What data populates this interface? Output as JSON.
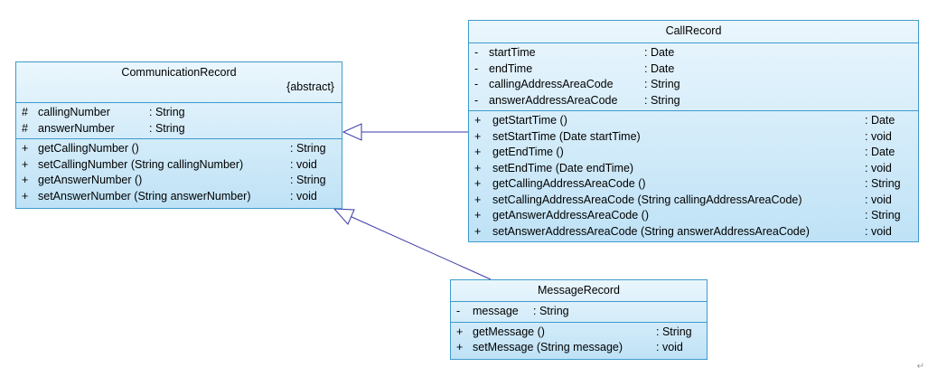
{
  "diagram": {
    "classes": {
      "communication_record": {
        "name": "CommunicationRecord",
        "stereotype": "{abstract}",
        "attributes": [
          {
            "vis": "#",
            "name": "callingNumber",
            "type": ": String"
          },
          {
            "vis": "#",
            "name": "answerNumber",
            "type": ": String"
          }
        ],
        "operations": [
          {
            "vis": "+",
            "name": "getCallingNumber ()",
            "type": ": String"
          },
          {
            "vis": "+",
            "name": "setCallingNumber (String callingNumber)",
            "type": ": void"
          },
          {
            "vis": "+",
            "name": "getAnswerNumber ()",
            "type": ": String"
          },
          {
            "vis": "+",
            "name": "setAnswerNumber (String answerNumber)",
            "type": ": void"
          }
        ]
      },
      "call_record": {
        "name": "CallRecord",
        "attributes": [
          {
            "vis": "-",
            "name": "startTime",
            "type": ": Date"
          },
          {
            "vis": "-",
            "name": "endTime",
            "type": ": Date"
          },
          {
            "vis": "-",
            "name": "callingAddressAreaCode",
            "type": ": String"
          },
          {
            "vis": "-",
            "name": "answerAddressAreaCode",
            "type": ": String"
          }
        ],
        "operations": [
          {
            "vis": "+",
            "name": "getStartTime ()",
            "type": ": Date"
          },
          {
            "vis": "+",
            "name": "setStartTime (Date startTime)",
            "type": ": void"
          },
          {
            "vis": "+",
            "name": "getEndTime ()",
            "type": ": Date"
          },
          {
            "vis": "+",
            "name": "setEndTime (Date endTime)",
            "type": ": void"
          },
          {
            "vis": "+",
            "name": "getCallingAddressAreaCode ()",
            "type": ": String"
          },
          {
            "vis": "+",
            "name": "setCallingAddressAreaCode (String callingAddressAreaCode)",
            "type": ": void"
          },
          {
            "vis": "+",
            "name": "getAnswerAddressAreaCode ()",
            "type": ": String"
          },
          {
            "vis": "+",
            "name": "setAnswerAddressAreaCode (String answerAddressAreaCode)",
            "type": ": void"
          }
        ]
      },
      "message_record": {
        "name": "MessageRecord",
        "attributes": [
          {
            "vis": "-",
            "name": "message",
            "type": ": String"
          }
        ],
        "operations": [
          {
            "vis": "+",
            "name": "getMessage ()",
            "type": ": String"
          },
          {
            "vis": "+",
            "name": "setMessage (String message)",
            "type": ": void"
          }
        ]
      }
    },
    "relations": [
      {
        "type": "generalization",
        "from": "CallRecord",
        "to": "CommunicationRecord"
      },
      {
        "type": "generalization",
        "from": "MessageRecord",
        "to": "CommunicationRecord"
      }
    ],
    "line_color": "#3a3aa8",
    "paragraph_mark": "↵"
  }
}
